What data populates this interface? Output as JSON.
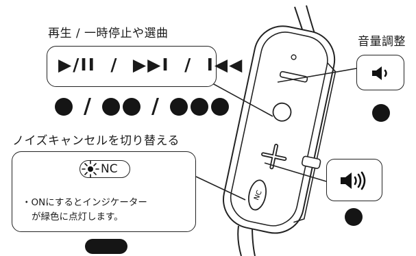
{
  "playback": {
    "heading": "再生 / 一時停止や選曲",
    "controls": "▶/II  /  ▶▶I  /  I◀◀",
    "sep1": "/",
    "sep2": "/"
  },
  "volume": {
    "heading": "音量調整"
  },
  "noise_cancel": {
    "heading": "ノイズキャンセルを切り替える",
    "button_label": "NC",
    "note_line1": "・ONにするとインジケーター",
    "note_line2": "が緑色に点灯します。"
  },
  "remote": {
    "nc_button_label": "NC"
  },
  "colors": {
    "ink": "#1a1a1a",
    "dot": "#151515"
  }
}
